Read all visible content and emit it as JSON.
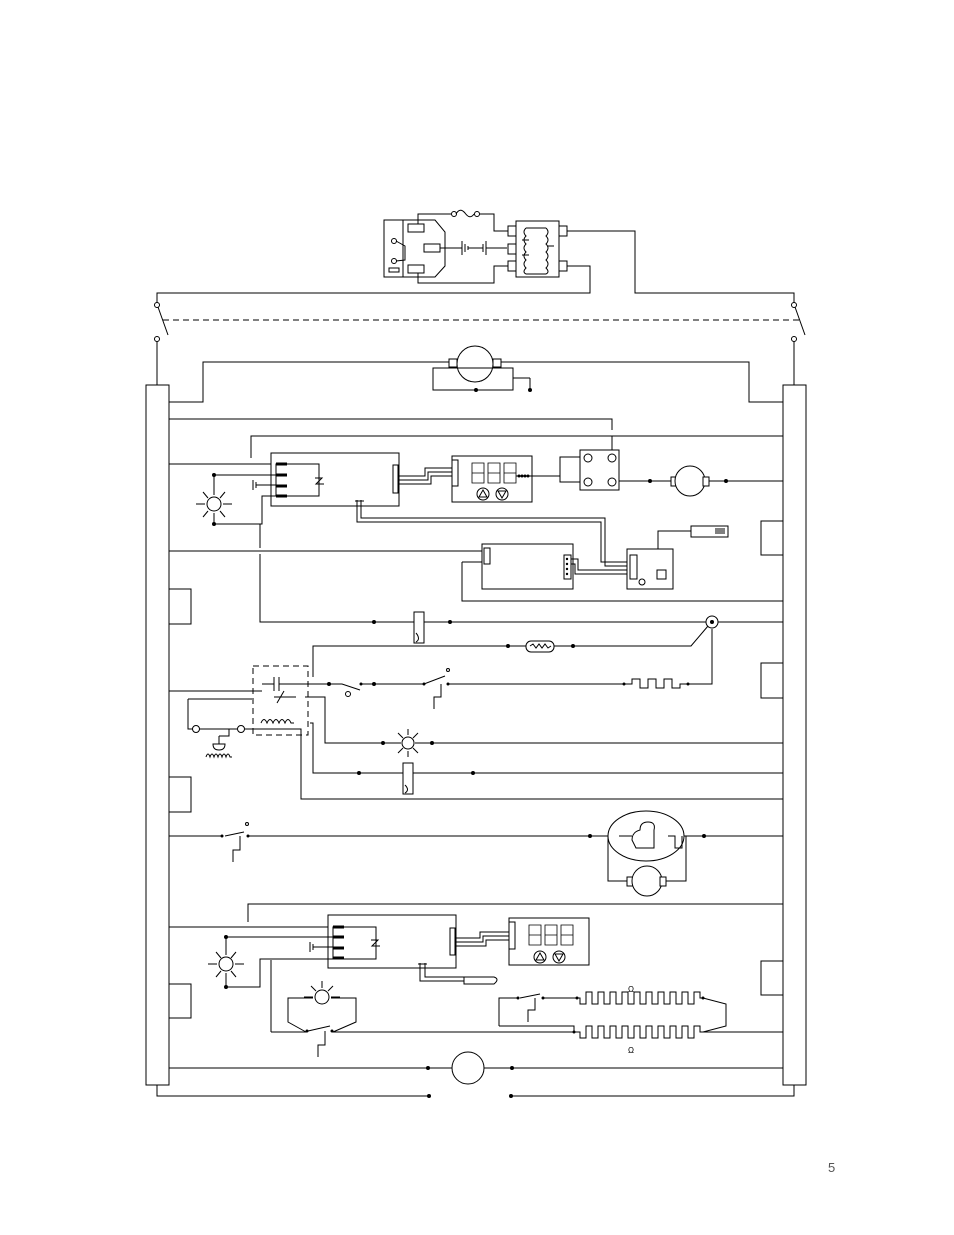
{
  "page": {
    "number": "5"
  },
  "labels": {
    "ohm_upper": "Ω",
    "ohm_lower": "Ω"
  },
  "colors": {
    "line": "#000000",
    "background": "#ffffff"
  }
}
